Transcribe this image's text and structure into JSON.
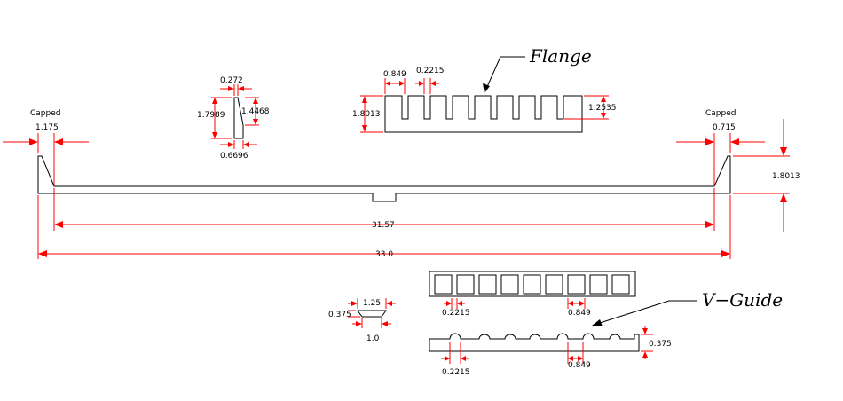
{
  "callouts": {
    "flange": "Flange",
    "v_guide": "V−Guide"
  },
  "labels": {
    "capped_left": "Capped",
    "capped_right": "Capped"
  },
  "dimensions": {
    "left_cap_width": "1.175",
    "right_cap_width": "0.715",
    "overall_height": "1.8013",
    "inner_length": "31.57",
    "overall_length": "33.0",
    "detail_top_width": "0.272",
    "detail_left_height": "1.7989",
    "detail_right_height": "1.4468",
    "detail_bottom_width": "0.6696",
    "flange_pitch": "0.849",
    "flange_slot_width": "0.2215",
    "flange_height": "1.8013",
    "flange_slot_depth": "1.2535",
    "guide_top_width": "1.25",
    "guide_height": "0.375",
    "guide_bottom_width": "1.0",
    "top_view_slot_width": "0.2215",
    "top_view_pitch": "0.849",
    "vguide_slot_width": "0.2215",
    "vguide_pitch": "0.849",
    "vguide_height": "0.375"
  }
}
